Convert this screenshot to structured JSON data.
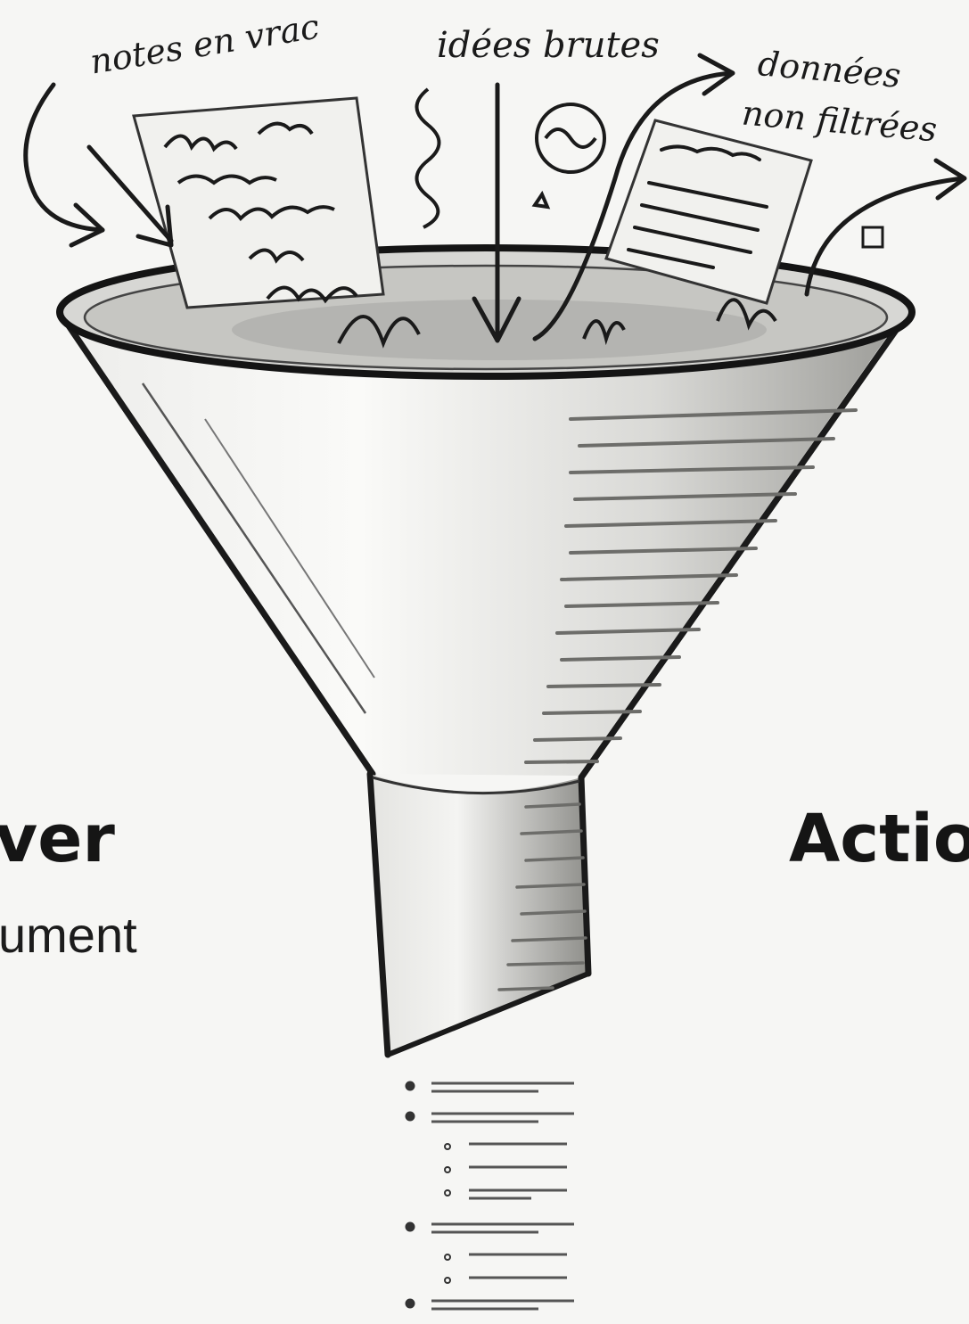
{
  "labels": {
    "notes": "notes en vrac",
    "ideas": "idées brutes",
    "data_line1": "données",
    "data_line2": "non filtrées"
  },
  "side_titles": {
    "left": "ver",
    "right": "Actio"
  },
  "side_text": {
    "left": "ument"
  },
  "colors": {
    "background": "#f6f6f4",
    "ink": "#1a1a1a",
    "shading": "#7a7a7a"
  },
  "output_list": {
    "items": [
      {
        "level": 1,
        "lines": 2
      },
      {
        "level": 1,
        "lines": 2
      },
      {
        "level": 2,
        "lines": 1
      },
      {
        "level": 2,
        "lines": 1
      },
      {
        "level": 2,
        "lines": 2
      },
      {
        "level": 1,
        "lines": 2
      },
      {
        "level": 2,
        "lines": 1
      },
      {
        "level": 2,
        "lines": 1
      },
      {
        "level": 1,
        "lines": 2
      }
    ]
  }
}
